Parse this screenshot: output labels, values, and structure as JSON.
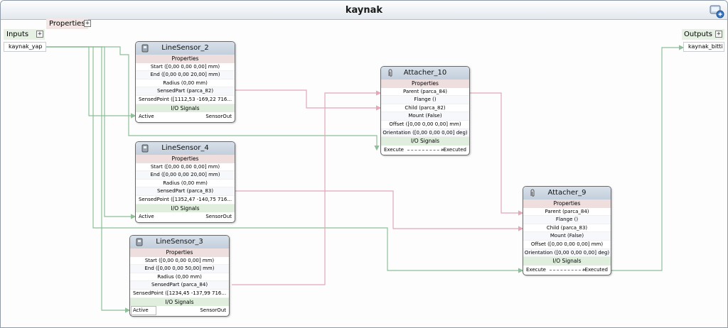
{
  "window": {
    "title": "kaynak"
  },
  "sections": {
    "properties_label": "Properties",
    "inputs_label": "Inputs",
    "outputs_label": "Outputs",
    "plus": "+"
  },
  "inputs": [
    {
      "label": "kaynak_yap"
    }
  ],
  "outputs": [
    {
      "label": "kaynak_bitti"
    }
  ],
  "nodes": {
    "ls2": {
      "title": "LineSensor_2",
      "properties_header": "Properties",
      "props": [
        "Start ([0,00 0,00 0,00] mm)",
        "End ([0,00 0,00 20,00] mm)",
        "Radius (0,00 mm)",
        "SensedPart (parca_82)",
        "SensedPoint ([1112,53 -169,22 716..."
      ],
      "io_header": "I/O Signals",
      "signal_in": "Active",
      "signal_out": "SensorOut"
    },
    "ls4": {
      "title": "LineSensor_4",
      "properties_header": "Properties",
      "props": [
        "Start ([0,00 0,00 0,00] mm)",
        "End ([0,00 0,00 20,00] mm)",
        "Radius (0,00 mm)",
        "SensedPart (parca_83)",
        "SensedPoint ([1352,47 -140,75 716..."
      ],
      "io_header": "I/O Signals",
      "signal_in": "Active",
      "signal_out": "SensorOut"
    },
    "ls3": {
      "title": "LineSensor_3",
      "properties_header": "Properties",
      "props": [
        "Start ([0,00 0,00 0,00] mm)",
        "End ([0,00 0,00 50,00] mm)",
        "Radius (0,00 mm)",
        "SensedPart (parca_84)",
        "SensedPoint ([1234,45 -137,99 716..."
      ],
      "io_header": "I/O Signals",
      "signal_in": "Active",
      "signal_out": "SensorOut"
    },
    "at10": {
      "title": "Attacher_10",
      "properties_header": "Properties",
      "props": [
        "Parent (parca_84)",
        "Flange ()",
        "Child (parca_82)",
        "Mount (False)",
        "Offset ([0,00 0,00 0,00] mm)",
        "Orientation ([0,00 0,00 0,00] deg)"
      ],
      "io_header": "I/O Signals",
      "signal_in": "Execute",
      "signal_out": "Executed"
    },
    "at9": {
      "title": "Attacher_9",
      "properties_header": "Properties",
      "props": [
        "Parent (parca_84)",
        "Flange ()",
        "Child (parca_83)",
        "Mount (False)",
        "Offset ([0,00 0,00 0,00] mm)",
        "Orientation ([0,00 0,00 0,00] deg)"
      ],
      "io_header": "I/O Signals",
      "signal_in": "Execute",
      "signal_out": "Executed"
    }
  },
  "colors": {
    "io_wire": "#8fbf99",
    "property_wire": "#e3a7b8"
  }
}
